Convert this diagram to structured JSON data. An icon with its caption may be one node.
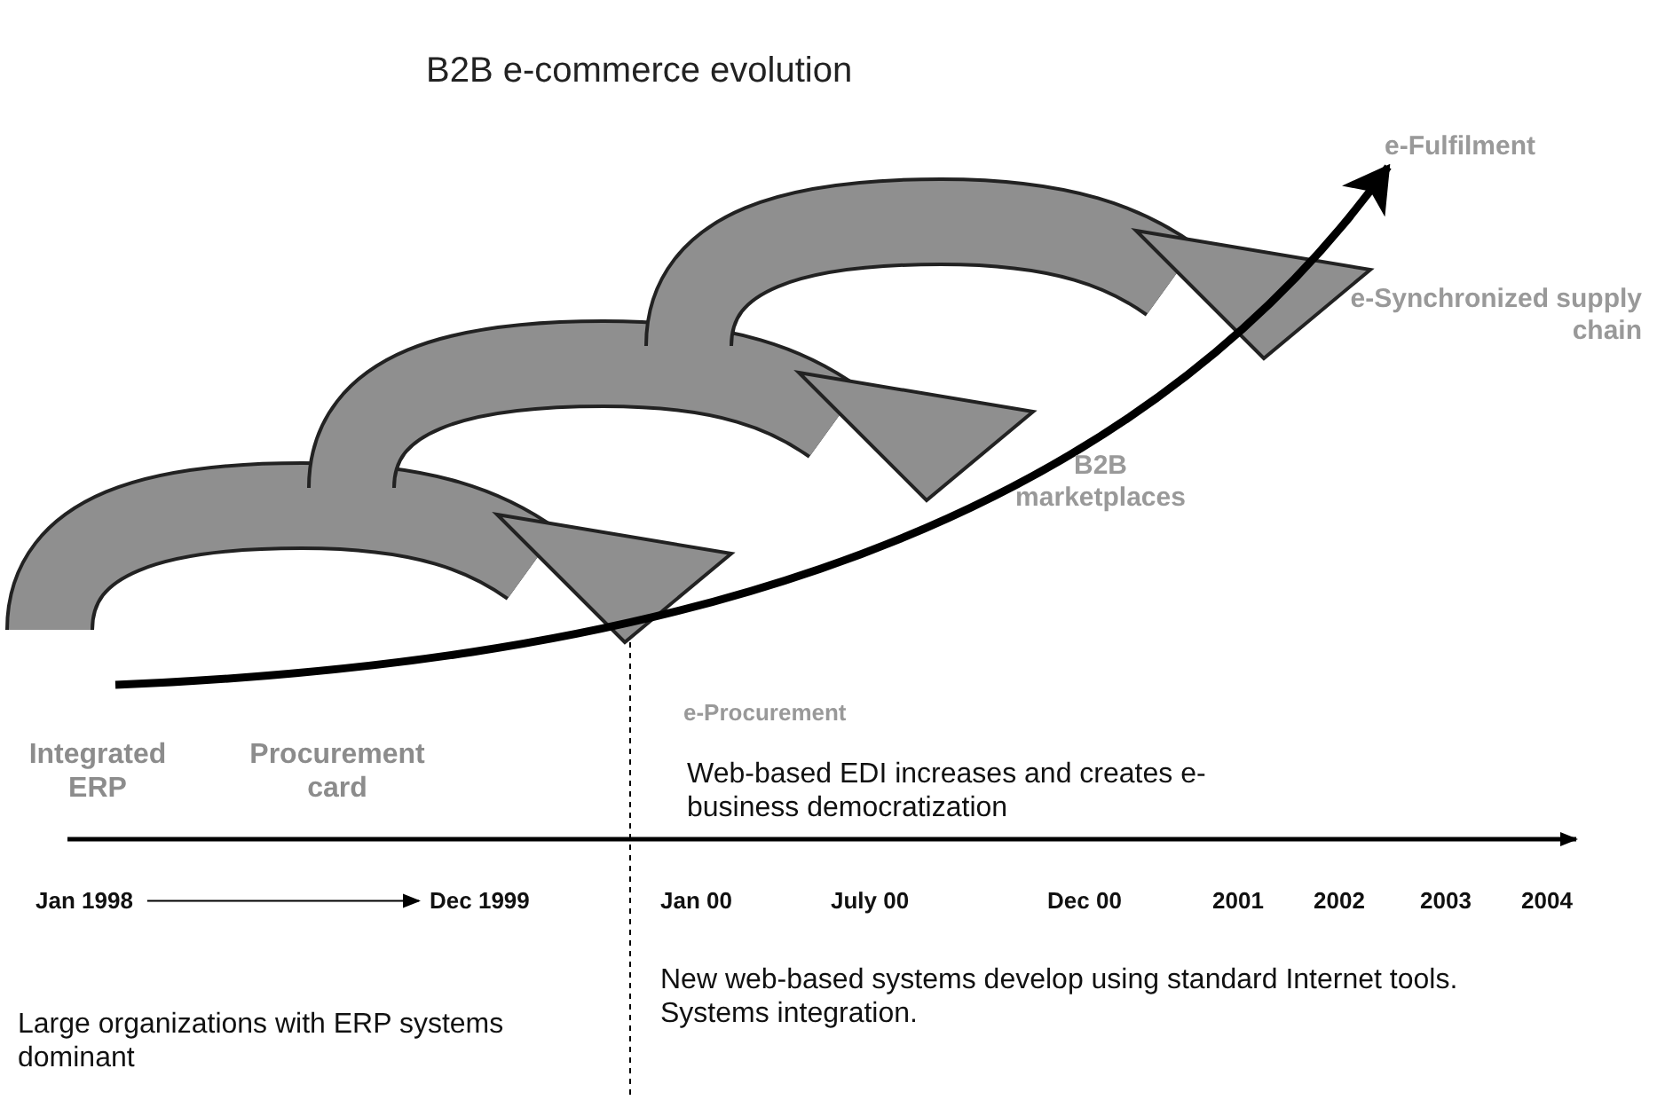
{
  "diagram": {
    "title": "B2B e-commerce evolution",
    "nodes": [
      {
        "text": [
          "e-Fulfilment"
        ]
      },
      {
        "text": [
          "Jan 1998"
        ]
      },
      {
        "text": [
          "Dec 1999"
        ]
      }
    ],
    "edges": [
      {
        "from": null,
        "to": 0,
        "arrow": "to",
        "style": "thick"
      },
      {
        "from": 1,
        "to": 2,
        "arrow": "to"
      }
    ],
    "labels": [
      "e-Synchronized supply chain",
      "B2B marketplaces",
      "e-Procurement",
      "Integrated ERP",
      "Procurement card",
      "Web-based EDI increases and creates e-business democratization",
      "Jan 00",
      "July 00",
      "Dec 00",
      "2001",
      "2002",
      "2003",
      "2004",
      "Large organizations with ERP systems dominant",
      "New web-based systems develop using standard Internet tools. Systems integration."
    ]
  }
}
